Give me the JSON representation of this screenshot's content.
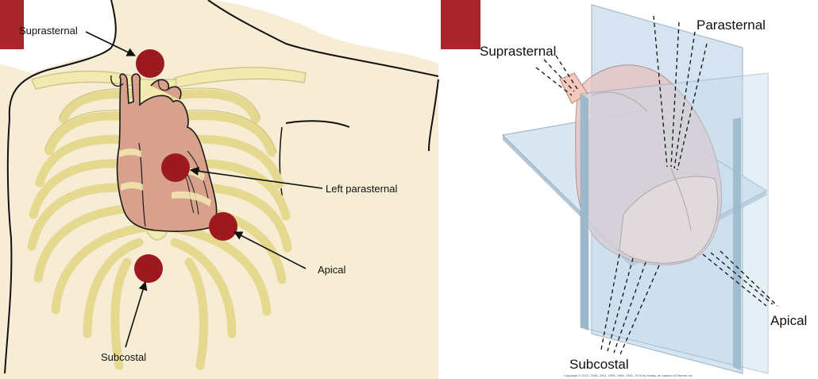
{
  "left_diagram": {
    "labels": {
      "suprasternal": "Suprasternal",
      "left_parasternal": "Left parasternal",
      "apical": "Apical",
      "subcostal": "Subcostal"
    }
  },
  "right_diagram": {
    "labels": {
      "suprasternal": "Suprasternal",
      "parasternal": "Parasternal",
      "apical": "Apical",
      "subcostal": "Subcostal"
    },
    "copyright": "Copyright © 2012, 2006, 2001, 1995, 1989, 1982, 1976 by Mosby, an imprint of Elsevier Inc."
  },
  "colors": {
    "accent_red": "#a8262b",
    "probe_marker": "#9c1a1f",
    "skin": "#f7ecd4",
    "ribs": "#f3eab2",
    "heart": "#d9a08c",
    "plane": "#c7dcec"
  }
}
